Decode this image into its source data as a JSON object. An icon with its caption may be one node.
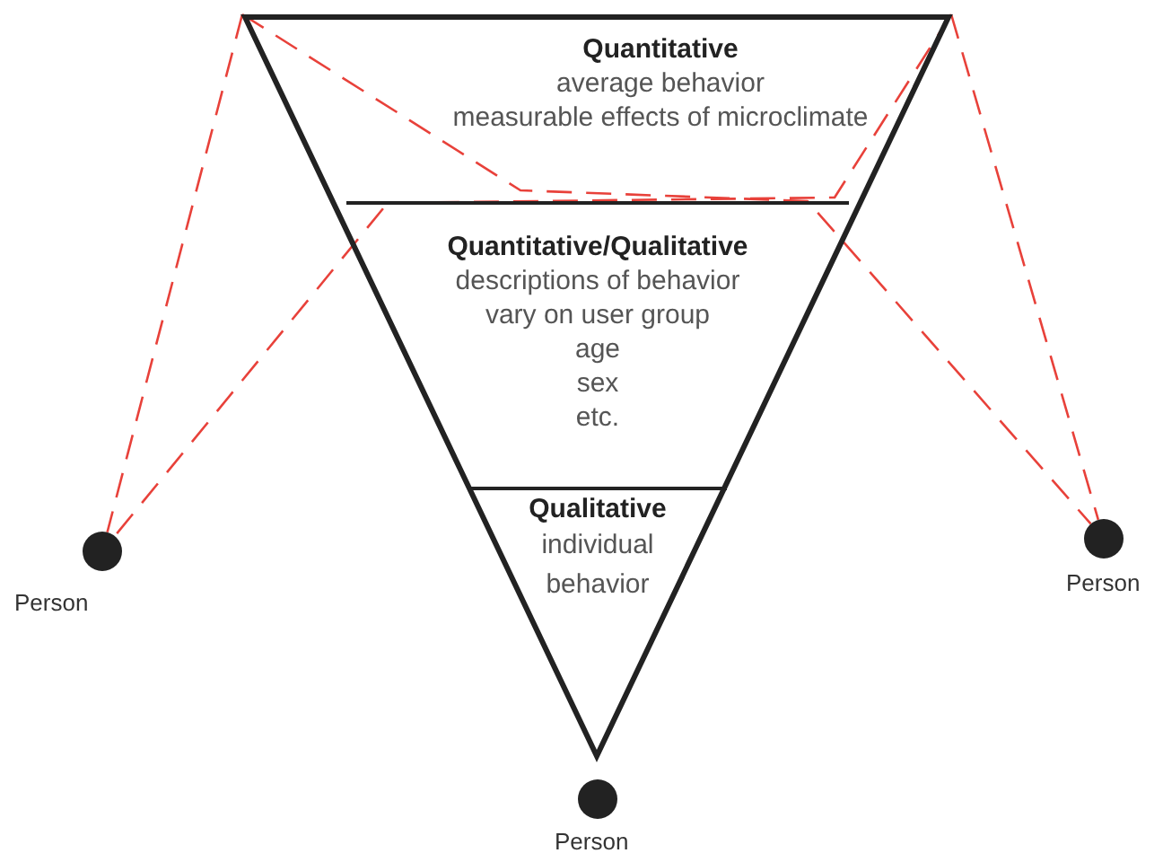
{
  "diagram": {
    "nodes": [
      {
        "text": [],
        "shape": "triangle"
      },
      {
        "text": [
          "Quantitative",
          "average behavior",
          "measurable effects of microclimate"
        ],
        "in": 0
      },
      {
        "text": [
          "Quantitative/Qualitative",
          "descriptions of behavior",
          "vary on user group",
          "age",
          "sex",
          "etc."
        ],
        "in": 0
      },
      {
        "text": [
          "Qualitative",
          "individual behavior"
        ],
        "in": 0
      },
      {
        "text": [],
        "shape": "circle",
        "beside": [
          "Person"
        ]
      },
      {
        "text": [],
        "shape": "circle",
        "beside": [
          "Person"
        ]
      },
      {
        "text": [],
        "shape": "circle",
        "beside": [
          "Person"
        ]
      }
    ],
    "edges": [
      {
        "from": 0,
        "to": 4,
        "arrow": "none",
        "style": "dashed",
        "color": "#e8413a"
      },
      {
        "from": 0,
        "to": 6,
        "arrow": "none",
        "style": "dashed",
        "color": "#e8413a"
      },
      {
        "from": 0,
        "to": 4,
        "arrow": "none",
        "style": "dashed",
        "color": "#e8413a"
      },
      {
        "from": 0,
        "to": 6,
        "arrow": "none",
        "style": "dashed",
        "color": "#e8413a"
      }
    ]
  }
}
